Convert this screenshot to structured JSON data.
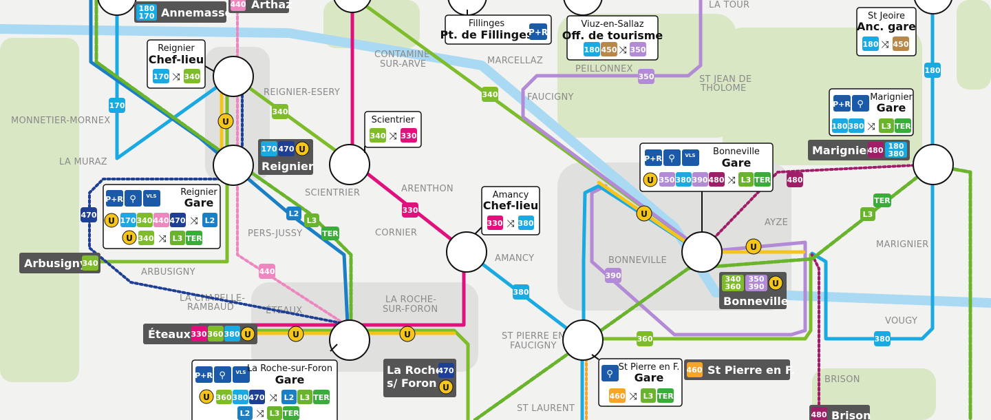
{
  "colors": {
    "c170": "#1aa9e0",
    "c180": "#1aa9e0",
    "c330": "#e0117d",
    "c340": "#7fbc2c",
    "c350": "#b28ad6",
    "c360": "#7fbc2c",
    "c380": "#1aa9e0",
    "c390": "#b28ad6",
    "c440": "#ee86bf",
    "c450": "#b8874a",
    "c460": "#f6a52a",
    "c470": "#1f3f95",
    "c480": "#a01e68",
    "L2": "#1a7fc4",
    "L3": "#6ab42d",
    "TER": "#3aac3a",
    "U": "#f5c51c",
    "river": "#a9d9f3",
    "park": "#d9e7c4",
    "urban": "#e0e0df",
    "dark_label": "#555555"
  },
  "towns": [
    "LA TOUR",
    "CONTAMINE-",
    "SUR-ARVE",
    "MARCELLAZ",
    "PEILLONNEX",
    "ST JEAN DE",
    "THOLOME",
    "FAUCIGNY",
    "REIGNIER-ESERY",
    "MONNETIER-MORNEX",
    "LA MURAZ",
    "SCIENTRIER",
    "ARENTHON",
    "PERS-JUSSY",
    "CORNIER",
    "AMANCY",
    "BONNEVILLE",
    "AYZE",
    "MARIGNIER",
    "ARBUSIGNY",
    "LA CHAPELLE-",
    "RAMBAUD",
    "ÉTEAUX",
    "LA ROCHE-",
    "SUR-FORON",
    "ST PIERRE EN",
    "FAUCIGNY",
    "VOUGY",
    "BRISON",
    "ST LAURENT"
  ],
  "dark_stops": {
    "annemasse": "Annemasse",
    "arthaz": "Arthaz",
    "reignier": "Reignier",
    "arbusigny": "Arbusigny",
    "eteaux": "Éteaux",
    "laroche1": "La Roche",
    "laroche2": "s/ Foron",
    "bonneville": "Bonneville",
    "stpierre": "St Pierre en F.",
    "marignier": "Marignier",
    "brison": "Brison"
  },
  "cards": {
    "fillinges": {
      "small": "Fillinges",
      "big": "Pt. de Fillinges"
    },
    "viuz": {
      "small": "Viuz-en-Sallaz",
      "big": "Off. de tourisme"
    },
    "stjeoire": {
      "small": "St Jeoire",
      "big": "Anc. gare"
    },
    "reignier_chef": {
      "small": "Reignier",
      "big": "Chef-lieu"
    },
    "scientrier": {
      "small": "Scientrier"
    },
    "marignier_gare": {
      "small": "Marignier",
      "big": "Gare"
    },
    "bonneville_gare": {
      "small": "Bonneville",
      "big": "Gare"
    },
    "reignier_gare": {
      "small": "Reignier",
      "big": "Gare"
    },
    "amancy": {
      "small": "Amancy",
      "big": "Chef-lieu"
    },
    "laroche_gare": {
      "small": "La Roche-sur-Foron",
      "big": "Gare"
    },
    "stpierre_gare": {
      "small": "St Pierre en F.",
      "big": "Gare"
    }
  },
  "chips": {
    "n170": "170",
    "n180": "180",
    "n330": "330",
    "n340": "340",
    "n350": "350",
    "n360": "360",
    "n380": "380",
    "n390": "390",
    "n440": "440",
    "n450": "450",
    "n460": "460",
    "n470": "470",
    "n480": "480",
    "L2": "L2",
    "L3": "L3",
    "TER": "TER",
    "U": "U"
  },
  "pictos": {
    "pr": "P+R",
    "vls": "VLS",
    "bike": "bike"
  }
}
